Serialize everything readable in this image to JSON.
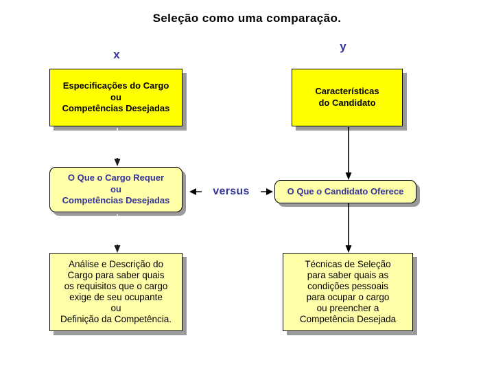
{
  "diagram": {
    "title": "Seleção como uma comparação.",
    "labels": {
      "x": "x",
      "y": "y"
    },
    "versus": "versus",
    "colors": {
      "bright_yellow": "#ffff00",
      "pale_yellow": "#ffffaa",
      "navy_text": "#333399",
      "black_text": "#000000",
      "shadow_gray": "#9a9a9a",
      "border": "#000000",
      "background": "#ffffff"
    },
    "columns": {
      "left": {
        "header": "x",
        "boxes": [
          {
            "name": "job-specification",
            "style": "bright-yellow-square",
            "lines": [
              "Especificações do Cargo",
              "ou",
              "Competências Desejadas"
            ]
          },
          {
            "name": "what-job-requires",
            "style": "pale-yellow-rounded",
            "lines": [
              "O Que o Cargo Requer",
              "ou",
              "Competências Desejadas"
            ]
          },
          {
            "name": "job-analysis-description",
            "style": "pale-yellow-square",
            "lines": [
              "Análise e Descrição do",
              "Cargo para saber quais",
              "os requisitos que o cargo",
              "exige de seu ocupante",
              "ou",
              "Definição da Competência."
            ]
          }
        ]
      },
      "right": {
        "header": "y",
        "boxes": [
          {
            "name": "candidate-characteristics",
            "style": "bright-yellow-square",
            "lines": [
              "Características",
              "do Candidato"
            ]
          },
          {
            "name": "what-candidate-offers",
            "style": "pale-yellow-rounded",
            "lines": [
              "O Que o Candidato Oferece"
            ]
          },
          {
            "name": "selection-techniques",
            "style": "pale-yellow-square",
            "lines": [
              "Técnicas de Seleção",
              "para saber quais as",
              "condições pessoais",
              "para ocupar o cargo",
              "ou preencher a",
              "Competência Desejada"
            ]
          }
        ]
      }
    },
    "connectors": [
      {
        "name": "left-top-to-middle",
        "from": "job-specification",
        "to": "what-job-requires",
        "direction": "down",
        "style": "faint"
      },
      {
        "name": "left-middle-to-bottom",
        "from": "what-job-requires",
        "to": "job-analysis-description",
        "direction": "down",
        "style": "faint"
      },
      {
        "name": "right-top-to-middle",
        "from": "candidate-characteristics",
        "to": "what-candidate-offers",
        "direction": "down",
        "style": "solid"
      },
      {
        "name": "right-middle-to-bottom",
        "from": "what-candidate-offers",
        "to": "selection-techniques",
        "direction": "down",
        "style": "solid"
      },
      {
        "name": "versus-left-arrow",
        "direction": "left",
        "style": "solid"
      },
      {
        "name": "versus-right-arrow",
        "direction": "right",
        "style": "solid"
      }
    ]
  }
}
